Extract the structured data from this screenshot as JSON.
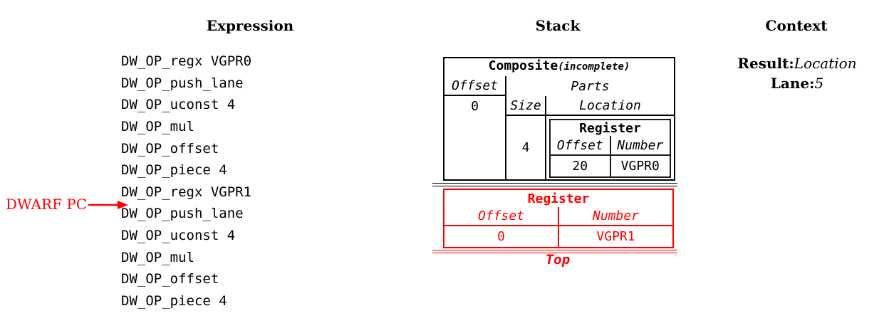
{
  "headers": {
    "expression": "Expression",
    "stack": "Stack",
    "context": "Context"
  },
  "expression": {
    "pc_label": "DWARF PC",
    "ops": [
      "DW_OP_regx VGPR0",
      "DW_OP_push_lane",
      "DW_OP_uconst 4",
      "DW_OP_mul",
      "DW_OP_offset",
      "DW_OP_piece 4",
      "DW_OP_regx VGPR1",
      "DW_OP_push_lane",
      "DW_OP_uconst 4",
      "DW_OP_mul",
      "DW_OP_offset",
      "DW_OP_piece 4"
    ]
  },
  "stack": {
    "composite": {
      "title": "Composite",
      "subtitle": "(incomplete)",
      "offset_header": "Offset",
      "parts_header": "Parts",
      "offset_value": "0",
      "size_header": "Size",
      "location_header": "Location",
      "part_size": "4",
      "part_register": {
        "title": "Register",
        "offset_header": "Offset",
        "number_header": "Number",
        "offset_value": "20",
        "number_value": "VGPR0"
      }
    },
    "top_entry": {
      "title": "Register",
      "offset_header": "Offset",
      "number_header": "Number",
      "offset_value": "0",
      "number_value": "VGPR1"
    },
    "top_label": "Top"
  },
  "context": {
    "result_label": "Result:",
    "result_value": "Location",
    "lane_label": "Lane:",
    "lane_value": "5"
  },
  "colors": {
    "accent_red": "#ff0000",
    "text": "#000000"
  }
}
